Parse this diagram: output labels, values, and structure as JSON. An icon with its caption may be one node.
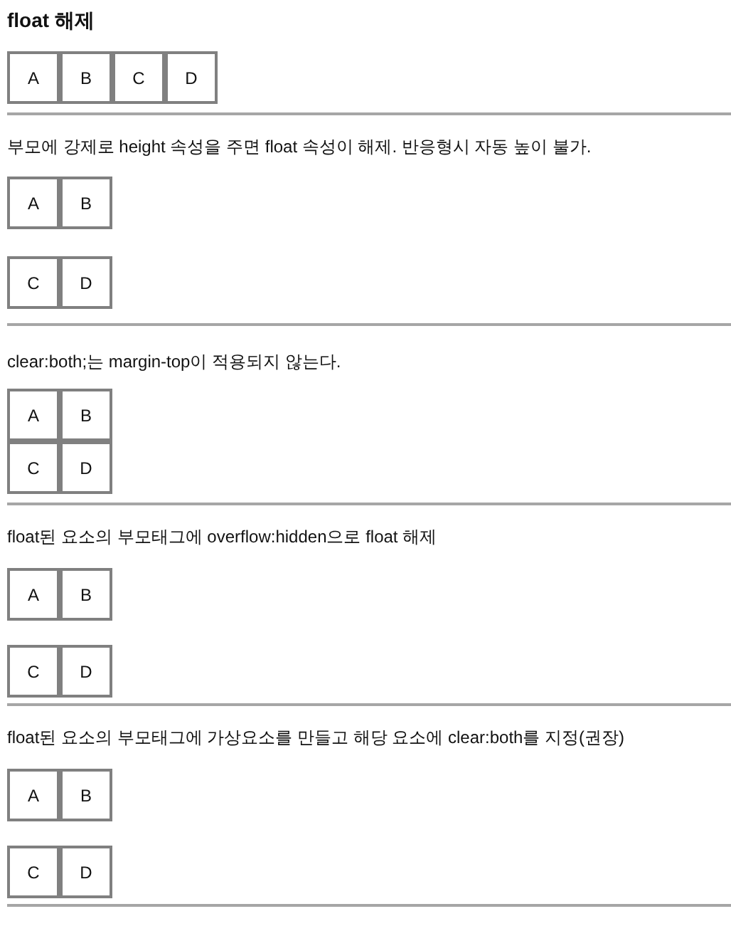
{
  "diagram": {
    "title": "float 해제",
    "nodes": [
      {
        "text": [
          "A"
        ]
      },
      {
        "text": [
          "B"
        ]
      },
      {
        "text": [
          "C"
        ]
      },
      {
        "text": [
          "D"
        ]
      },
      {
        "text": [
          "A"
        ]
      },
      {
        "text": [
          "B"
        ]
      },
      {
        "text": [
          "C"
        ]
      },
      {
        "text": [
          "D"
        ]
      },
      {
        "text": [
          "A"
        ]
      },
      {
        "text": [
          "B"
        ]
      },
      {
        "text": [
          "C"
        ]
      },
      {
        "text": [
          "D"
        ]
      },
      {
        "text": [
          "A"
        ]
      },
      {
        "text": [
          "B"
        ]
      },
      {
        "text": [
          "C"
        ]
      },
      {
        "text": [
          "D"
        ]
      },
      {
        "text": [
          "A"
        ]
      },
      {
        "text": [
          "B"
        ]
      },
      {
        "text": [
          "C"
        ]
      },
      {
        "text": [
          "D"
        ]
      }
    ],
    "labels": [
      "부모에 강제로 height 속성을 주면 float 속성이 해제. 반응형시 자동 높이 불가.",
      "clear:both;는 margin-top이 적용되지 않는다.",
      "float된 요소의 부모태그에 overflow:hidden으로 float 해제",
      "float된 요소의 부모태그에 가상요소를 만들고 해당 요소에 clear:both를 지정(권장)"
    ]
  }
}
